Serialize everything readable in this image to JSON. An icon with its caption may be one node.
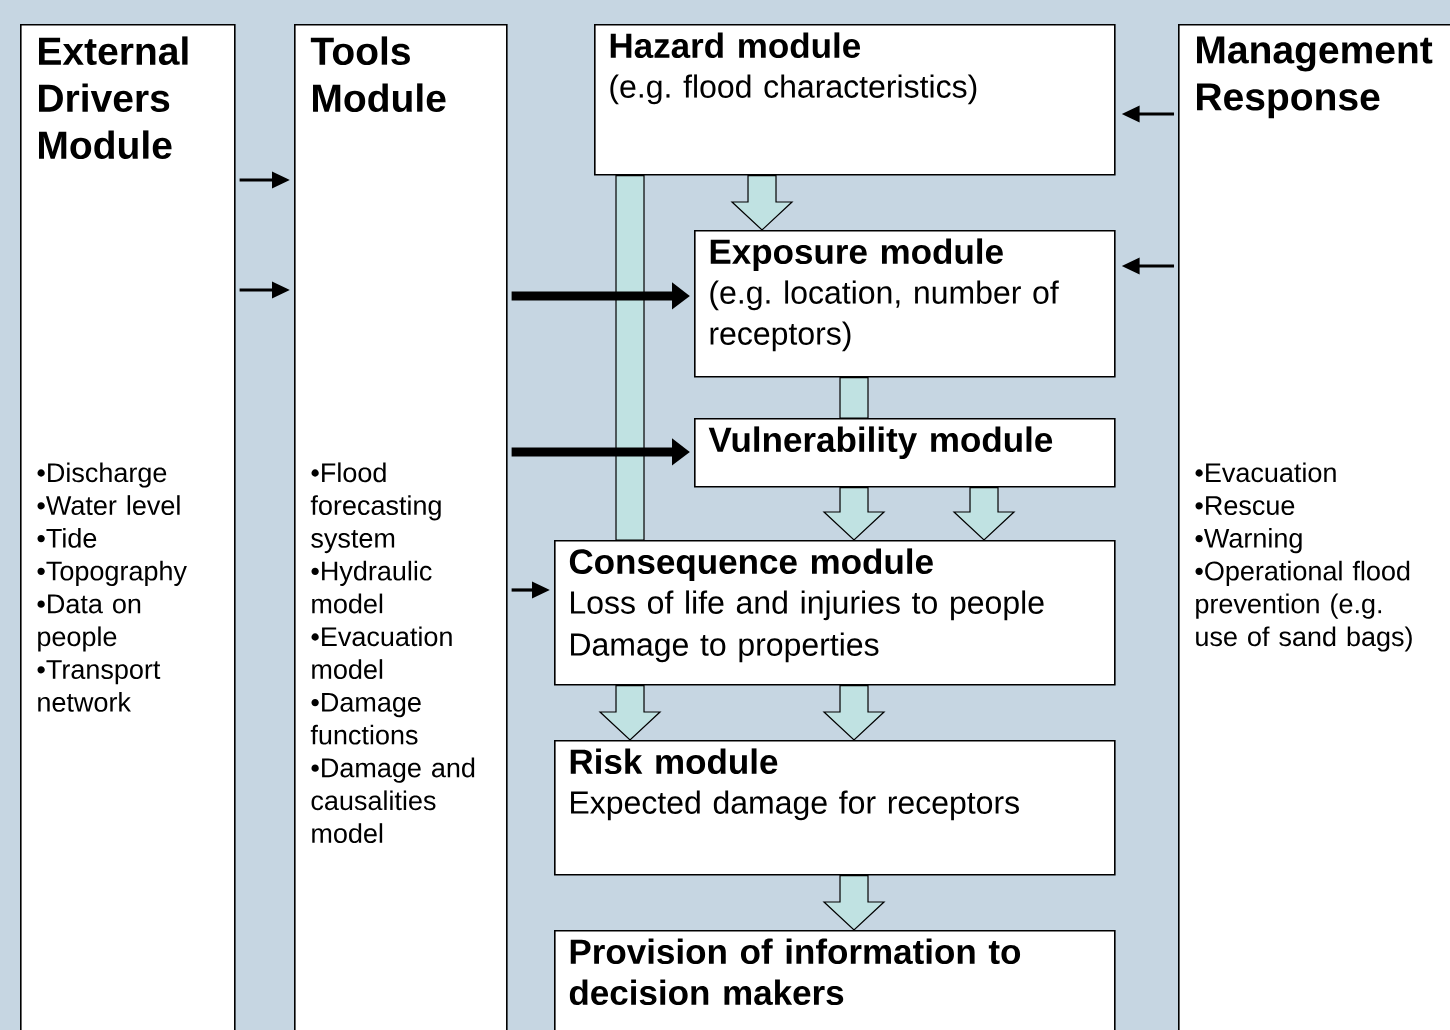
{
  "diagram": {
    "nodes": [
      {
        "text": [
          "External Drivers Module",
          "•Discharge",
          "•Water level",
          "•Tide",
          "•Topography",
          "•Data on people",
          "•Transport network"
        ]
      },
      {
        "text": [
          "Tools Module",
          "•Flood forecasting system",
          "•Hydraulic model",
          "•Evacuation model",
          "•Damage functions",
          "•Damage and causalities model"
        ]
      },
      {
        "text": [
          "Hazard module",
          "(e.g. flood characteristics)"
        ]
      },
      {
        "text": [
          "Management Response",
          "•Evacuation",
          "•Rescue",
          "•Warning",
          "•Operational flood prevention (e.g. use of sand bags)"
        ]
      },
      {
        "text": [
          "Exposure module",
          "(e.g. location, number of receptors)"
        ]
      },
      {
        "text": [
          "Vulnerability module"
        ]
      },
      {
        "text": [
          "Consequence module",
          "Loss of life and injuries to people",
          "Damage to properties"
        ]
      },
      {
        "text": [
          "Risk module",
          "Expected damage for receptors"
        ]
      },
      {
        "text": [
          "Provision of information to decision makers"
        ]
      }
    ],
    "edges": [
      {
        "from": 0,
        "to": 1,
        "arrow": "to"
      },
      {
        "from": 0,
        "to": 1,
        "arrow": "to"
      },
      {
        "from": 1,
        "to": 4,
        "arrow": "to",
        "style": "thick"
      },
      {
        "from": 1,
        "to": 5,
        "arrow": "to",
        "style": "thick"
      },
      {
        "from": 1,
        "to": 6,
        "arrow": "to"
      },
      {
        "from": 3,
        "to": 2,
        "arrow": "to"
      },
      {
        "from": 3,
        "to": 4,
        "arrow": "to"
      },
      {
        "from": 2,
        "to": 4,
        "arrow": "to",
        "style": "thick",
        "color": "#c0e2e2"
      },
      {
        "from": 2,
        "to": 6,
        "arrow": "none",
        "style": "thick",
        "color": "#c0e2e2"
      },
      {
        "from": 4,
        "to": 5,
        "arrow": "none",
        "style": "thick",
        "color": "#c0e2e2"
      },
      {
        "from": 5,
        "to": 6,
        "arrow": "to",
        "style": "thick",
        "color": "#c0e2e2"
      },
      {
        "from": 5,
        "to": 6,
        "arrow": "to",
        "style": "thick",
        "color": "#c0e2e2"
      },
      {
        "from": 6,
        "to": 7,
        "arrow": "to",
        "style": "thick",
        "color": "#c0e2e2"
      },
      {
        "from": 6,
        "to": 7,
        "arrow": "to",
        "style": "thick",
        "color": "#c0e2e2"
      },
      {
        "from": 7,
        "to": 8,
        "arrow": "to",
        "style": "thick",
        "color": "#c0e2e2"
      }
    ]
  }
}
